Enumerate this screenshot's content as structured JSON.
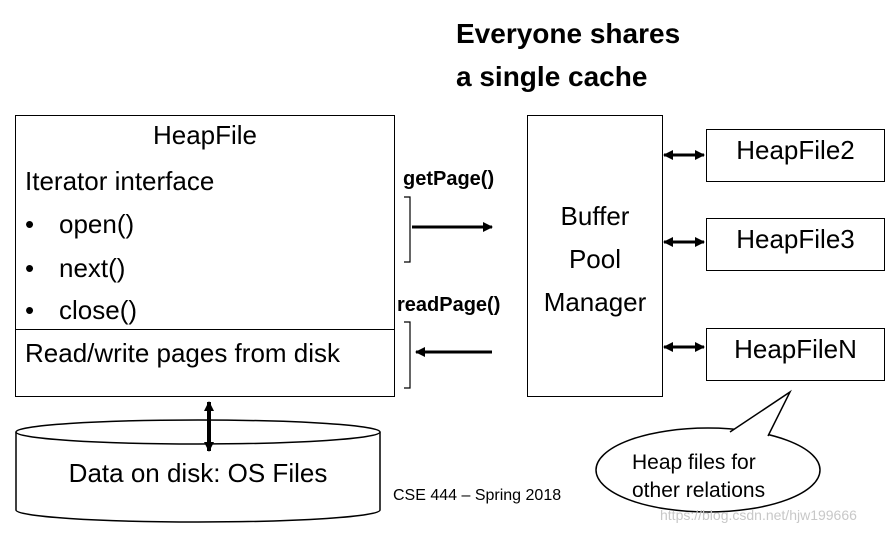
{
  "title_line1": "Everyone shares",
  "title_line2": "a single cache",
  "heapfile": {
    "title": "HeapFile",
    "iterator_label": "Iterator interface",
    "methods": [
      "open()",
      "next()",
      "close()"
    ],
    "bullet": "•",
    "rw_label": "Read/write pages from disk"
  },
  "calls": {
    "get_page": "getPage()",
    "read_page": "readPage()"
  },
  "buffer_pool": {
    "line1": "Buffer",
    "line2": "Pool",
    "line3": "Manager"
  },
  "heapfiles": [
    "HeapFile2",
    "HeapFile3",
    "HeapFileN"
  ],
  "disk_label": "Data on disk: OS Files",
  "callout": {
    "line1": "Heap files for",
    "line2": "other relations"
  },
  "footer": "CSE 444 – Spring 2018",
  "watermark": "https://blog.csdn.net/hjw199666"
}
